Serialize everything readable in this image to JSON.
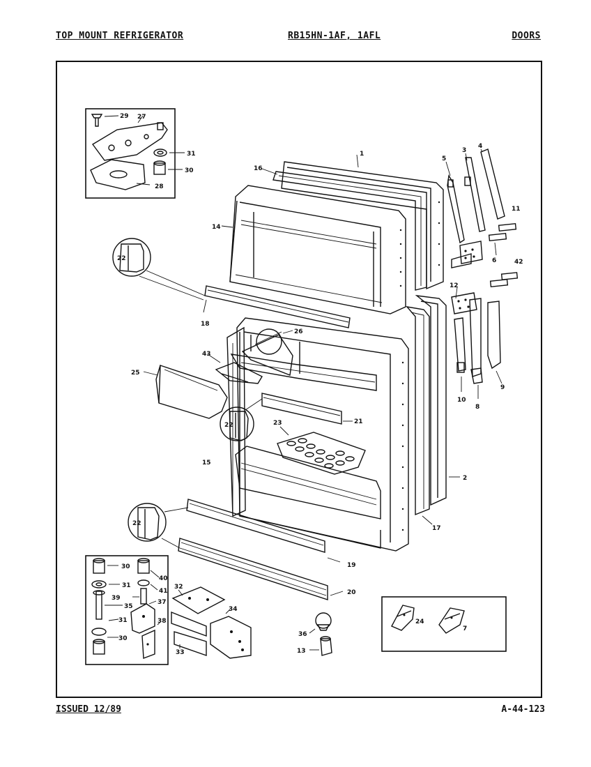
{
  "header": {
    "left": "TOP MOUNT REFRIGERATOR",
    "center": "RB15HN-1AF, 1AFL",
    "right": "DOORS"
  },
  "footer": {
    "left": "ISSUED 12/89",
    "right": "A-44-123"
  },
  "callouts": {
    "c1": "1",
    "c2": "2",
    "c3": "3",
    "c4": "4",
    "c5": "5",
    "c6": "6",
    "c7": "7",
    "c8": "8",
    "c9": "9",
    "c10": "10",
    "c11": "11",
    "c12": "12",
    "c13": "13",
    "c14": "14",
    "c15": "15",
    "c16": "16",
    "c17": "17",
    "c18": "18",
    "c19": "19",
    "c20": "20",
    "c21": "21",
    "c22a": "22",
    "c22b": "22",
    "c22c": "22",
    "c23": "23",
    "c24": "24",
    "c25": "25",
    "c26": "26",
    "c27": "27",
    "c28": "28",
    "c29": "29",
    "c30a": "30",
    "c30b": "30",
    "c30c": "30",
    "c31a": "31",
    "c31b": "31",
    "c31c": "31",
    "c32": "32",
    "c33": "33",
    "c34": "34",
    "c35": "35",
    "c36": "36",
    "c37": "37",
    "c38": "38",
    "c39": "39",
    "c40": "40",
    "c41": "41",
    "c42": "42",
    "c43": "43"
  }
}
